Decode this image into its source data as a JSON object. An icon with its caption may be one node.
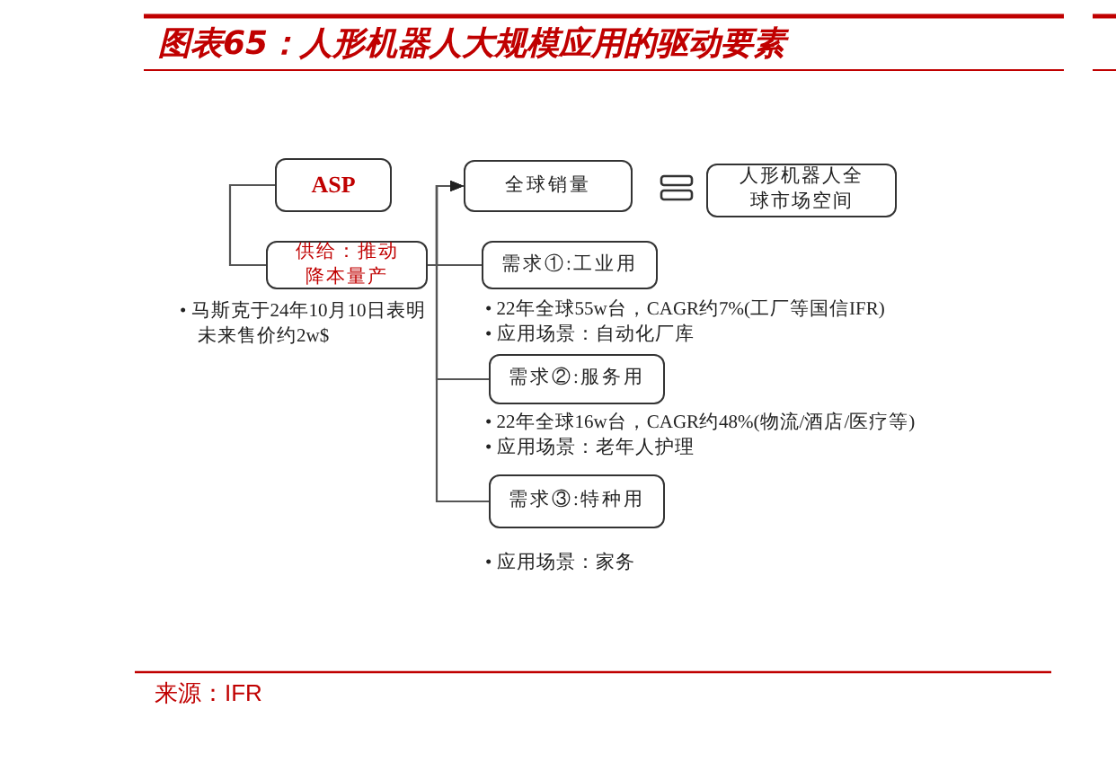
{
  "diagram": {
    "title": "图表65：人形机器人大规模应用的驱动要素",
    "caption": "来源：IFR",
    "nodes": [
      {
        "text": [
          "ASP"
        ]
      },
      {
        "text": [
          "供给：推动降本量产"
        ],
        "beside": [
          "• 马斯克于24年10月10日表明未来售价约2w$"
        ]
      },
      {
        "text": [
          "全球销量"
        ]
      },
      {
        "text": [
          "人形机器人全球市场空间"
        ]
      },
      {
        "text": [
          "需求①:工业用"
        ],
        "beside": [
          "• 22年全球55w台，CAGR约7%(工厂等国信IFR)",
          "• 应用场景：自动化厂库"
        ]
      },
      {
        "text": [
          "需求②:服务用"
        ],
        "beside": [
          "• 22年全球16w台，CAGR约48%(物流/酒店/医疗等)",
          "• 应用场景：老年人护理"
        ]
      },
      {
        "text": [
          "需求③:特种用"
        ],
        "beside": [
          "• 应用场景：家务"
        ]
      }
    ],
    "edges": [
      {
        "from": 0,
        "to": 1,
        "arrow": "none"
      },
      {
        "from": 1,
        "to": 2,
        "arrow": "to"
      },
      {
        "from": 4,
        "to": 2,
        "arrow": "to"
      },
      {
        "from": 5,
        "to": 2,
        "arrow": "to"
      },
      {
        "from": 6,
        "to": 2,
        "arrow": "to"
      }
    ]
  }
}
